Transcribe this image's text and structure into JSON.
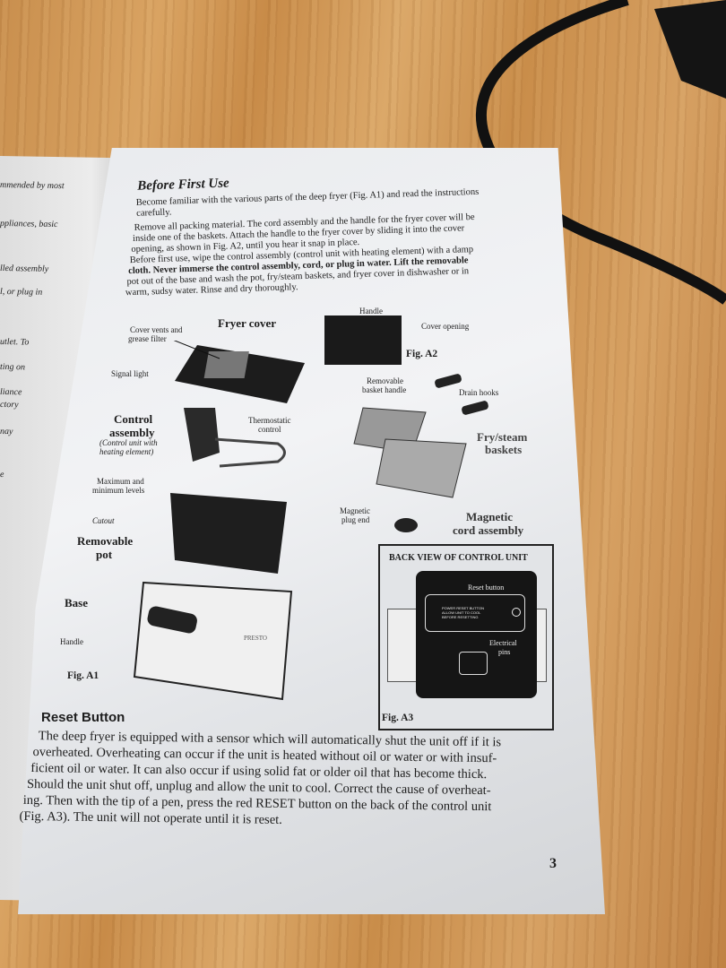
{
  "left_page": {
    "lines": [
      "mmended by most",
      "ppliances, basic",
      "lled assembly",
      "l, or plug in",
      "utlet. To",
      "ting on",
      "liance",
      "ctory",
      "nay",
      "e"
    ]
  },
  "section1": {
    "title": "Before First Use",
    "para1": [
      "Become familiar with the various parts of the deep fryer (Fig. A1) and read the instructions",
      "carefully."
    ],
    "para2": [
      "Remove all packing material. The cord assembly and the handle for the fryer cover will be",
      "inside one of the baskets. Attach the handle to the fryer cover by sliding it into the cover",
      "opening, as shown in Fig. A2, until you hear it snap in place.",
      "Before first use, wipe the control assembly (control unit with heating element) with a damp",
      "cloth. Never immerse the control assembly, cord, or plug in water. Lift the removable",
      "pot out of the base and wash the pot, fry/steam baskets, and fryer cover in dishwasher or in",
      "warm, sudsy water. Rinse and dry thoroughly."
    ]
  },
  "fig_a1": {
    "fryer_cover": "Fryer cover",
    "cover_vents": "Cover vents and",
    "grease_filter": "grease filter",
    "signal_light": "Signal light",
    "control": "Control",
    "assembly": "assembly",
    "control_sub1": "(Control unit with",
    "control_sub2": "heating element)",
    "thermostatic": "Thermostatic",
    "control_word": "control",
    "maxmin1": "Maximum and",
    "maxmin2": "minimum levels",
    "cutout": "Cutout",
    "removable": "Removable",
    "pot": "pot",
    "base": "Base",
    "handle": "Handle",
    "brand": "PRESTO",
    "caption": "Fig. A1"
  },
  "fig_a2": {
    "handle": "Handle",
    "cover_opening": "Cover opening",
    "caption": "Fig. A2"
  },
  "baskets": {
    "removable1": "Removable",
    "removable2": "basket handle",
    "drain_hooks": "Drain hooks",
    "fry1": "Fry/steam",
    "fry2": "baskets",
    "plug1": "Magnetic",
    "plug2": "plug end",
    "cord1": "Magnetic",
    "cord2": "cord assembly"
  },
  "fig_a3": {
    "title": "BACK VIEW OF CONTROL UNIT",
    "reset": "Reset button",
    "panel_text": [
      "POWER RESET BUTTON",
      "ALLOW UNIT TO COOL",
      "BEFORE RESETTING"
    ],
    "pins1": "Electrical",
    "pins2": "pins",
    "caption": "Fig. A3"
  },
  "section2": {
    "title": "Reset Button",
    "lines": [
      "The deep fryer is equipped with a sensor which will automatically shut the unit off if it is",
      "overheated. Overheating can occur if the unit is heated without oil or water or with insuf-",
      "ficient oil or water. It can also occur if using solid fat or older oil that has become thick.",
      "Should the unit shut off, unplug and allow the unit to cool. Correct the cause of overheat-",
      "ing. Then with the tip of a pen, press the red RESET button on the back of the control unit",
      "(Fig. A3). The unit will not operate until it is reset."
    ]
  },
  "page_number": "3"
}
